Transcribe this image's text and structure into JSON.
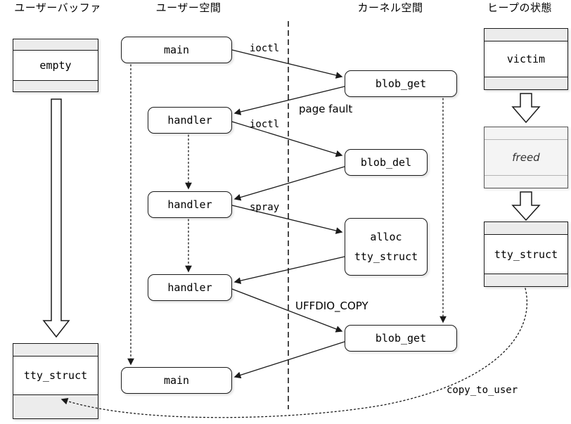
{
  "headers": {
    "user_buffer": "ユーザーバッファ",
    "user_space": "ユーザー空間",
    "kernel_space": "カーネル空間",
    "heap_state": "ヒープの状態"
  },
  "memory": {
    "empty": "empty",
    "tty_struct_left": "tty_struct",
    "victim": "victim",
    "freed": "freed",
    "tty_struct_right": "tty_struct"
  },
  "nodes": {
    "main_top": "main",
    "handler_1": "handler",
    "handler_2": "handler",
    "handler_3": "handler",
    "main_bottom": "main",
    "blob_get_top": "blob_get",
    "blob_del": "blob_del",
    "alloc_line_1": "alloc",
    "alloc_line_2": "tty_struct",
    "blob_get_bottom": "blob_get"
  },
  "edge_labels": {
    "ioctl_1": "ioctl",
    "page_fault": "page fault",
    "ioctl_2": "ioctl",
    "spray": "spray",
    "uffdio_copy": "UFFDIO_COPY",
    "copy_to_user": "copy_to_user"
  },
  "colors": {
    "stroke": "#1a1a1a",
    "band": "#ececec",
    "freed_fill": "#f4f4f4",
    "box_fill": "#ffffff",
    "background": "#ffffff"
  }
}
